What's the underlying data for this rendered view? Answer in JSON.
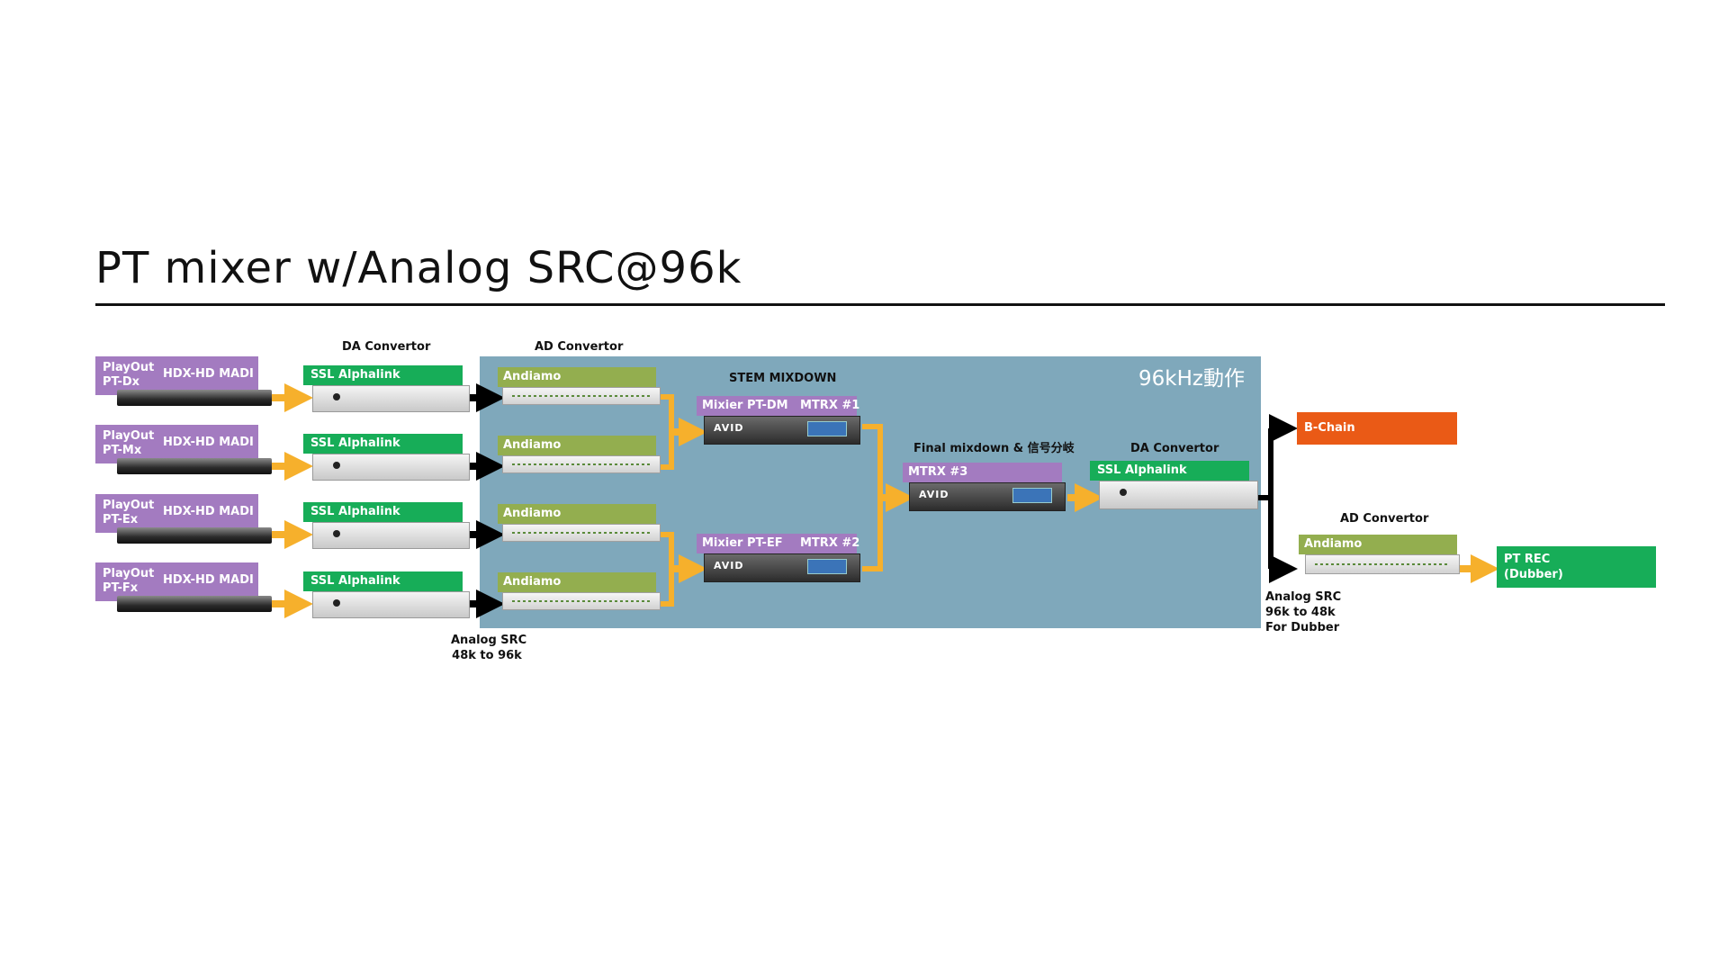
{
  "title": "PT mixer w/Analog SRC@96k",
  "region_label": "96kHz動作",
  "headers": {
    "da1": "DA Convertor",
    "ad1": "AD Convertor",
    "stem": "STEM MIXDOWN",
    "final": "Final mixdown & 信号分岐",
    "da2": "DA Convertor",
    "ad2": "AD Convertor"
  },
  "sources": [
    {
      "line1": "PlayOut",
      "line2": "PT-Dx",
      "device": "HDX-HD MADI"
    },
    {
      "line1": "PlayOut",
      "line2": "PT-Mx",
      "device": "HDX-HD MADI"
    },
    {
      "line1": "PlayOut",
      "line2": "PT-Ex",
      "device": "HDX-HD MADI"
    },
    {
      "line1": "PlayOut",
      "line2": "PT-Fx",
      "device": "HDX-HD MADI"
    }
  ],
  "ssl_label": "SSL Alphalink",
  "andiamo_label": "Andiamo",
  "mixers": [
    {
      "name": "Mixier PT-DM",
      "mtrx": "MTRX #1"
    },
    {
      "name": "Mixier PT-EF",
      "mtrx": "MTRX #2"
    }
  ],
  "mtrx3": "MTRX #3",
  "avid_logo": "AVID",
  "bchain": "B-Chain",
  "ptrec": {
    "line1": "PT REC",
    "line2": "(Dubber)"
  },
  "notes": {
    "src_in": {
      "line1": "Analog SRC",
      "line2": "48k to 96k"
    },
    "src_out": {
      "line1": "Analog SRC",
      "line2": "96k to 48k",
      "line3": "For Dubber"
    }
  },
  "colors": {
    "purple": "#a37bc0",
    "green": "#17ad58",
    "olive": "#93ae4f",
    "orange_box": "#ea5a16",
    "arrow_yellow": "#f6b02c",
    "arrow_black": "#000000",
    "region": "#7fa8bb"
  }
}
